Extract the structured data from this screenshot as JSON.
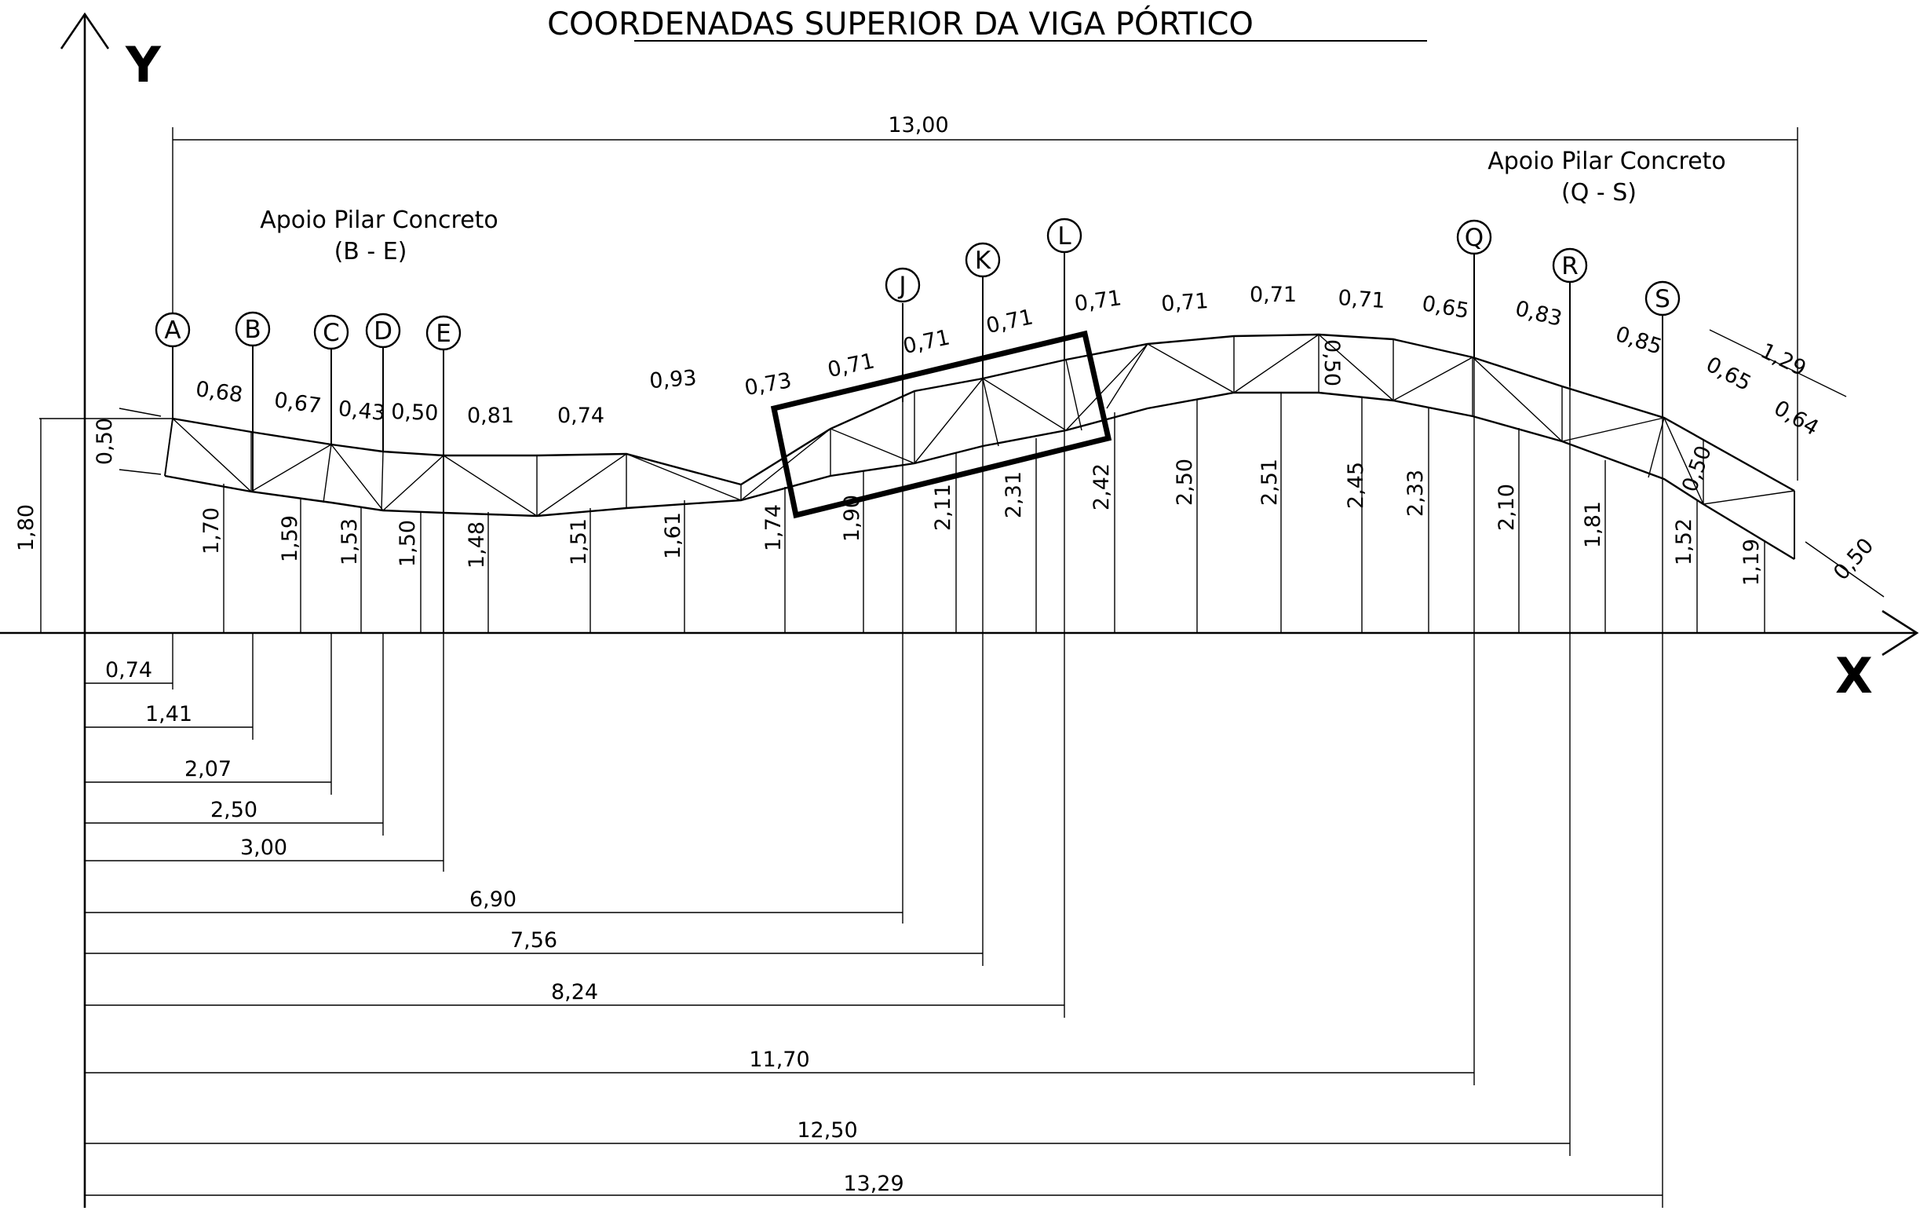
{
  "title": "COORDENADAS  SUPERIOR  DA  VIGA  PÓRTICO",
  "axes": {
    "y": "Y",
    "x": "X"
  },
  "supports": [
    {
      "label": "Apoio Pilar Concreto",
      "range": "(B  -  E)"
    },
    {
      "label": "Apoio Pilar Concreto",
      "range": "(Q  -  S)"
    }
  ],
  "overall_span": "13,00",
  "nodes": [
    {
      "id": "A",
      "x": "0,74",
      "height": "1,80"
    },
    {
      "id": "B",
      "x": "1,41",
      "height": "1,70"
    },
    {
      "id": "C",
      "x": "2,07",
      "height": "1,59"
    },
    {
      "id": "D",
      "x": "2,50",
      "height": "1,53"
    },
    {
      "id": "E",
      "x": "3,00",
      "height": "1,50"
    },
    {
      "id": "J",
      "x": "6,90",
      "height": "2,11"
    },
    {
      "id": "K",
      "x": "7,56",
      "height": "2,31"
    },
    {
      "id": "L",
      "x": "8,24",
      "height": "2,42"
    },
    {
      "id": "Q",
      "x": "11,70",
      "height": "2,10"
    },
    {
      "id": "R",
      "x": "12,50",
      "height": "1,81"
    },
    {
      "id": "S",
      "x": "13,29",
      "height": "1,52"
    }
  ],
  "segment_lengths": [
    "0,68",
    "0,67",
    "0,43",
    "0,50",
    "0,81",
    "0,74",
    "0,93",
    "0,73",
    "0,71",
    "0,71",
    "0,71",
    "0,71",
    "0,71",
    "0,71",
    "0,71",
    "0,65",
    "0,83",
    "0,85",
    "1,29",
    "0,65",
    "0,64"
  ],
  "panel_heights": [
    "1,48",
    "1,51",
    "1,61",
    "1,74",
    "1,90",
    "2,50",
    "2,51",
    "2,45",
    "2,33",
    "1,19"
  ],
  "depths": [
    "0,50",
    "0,50",
    "0,50",
    "0,50"
  ]
}
